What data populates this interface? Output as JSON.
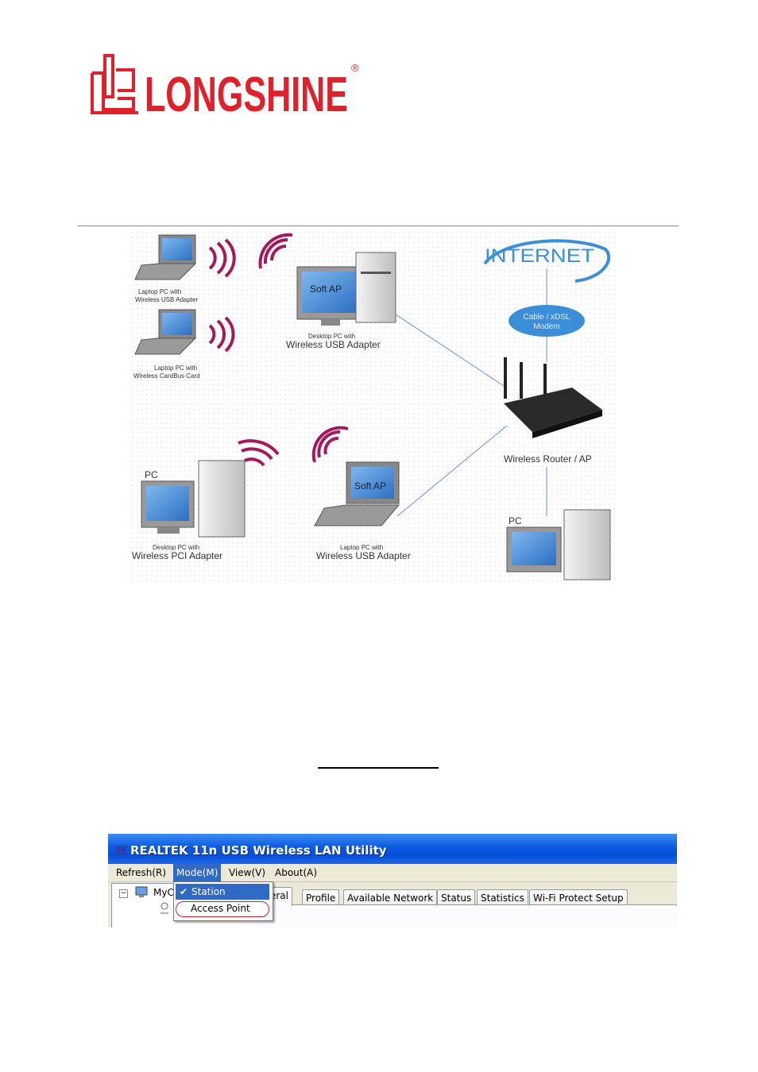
{
  "logo": {
    "brand": "LONGSHINE",
    "registered_mark": "®"
  },
  "diagram": {
    "internet_label": "INTERNET",
    "modem_label": [
      "Cable / xDSL",
      "Modem"
    ],
    "softap_label": "Soft AP",
    "laptop1_label": [
      "Laptop PC with",
      "Wireless USB Adapter"
    ],
    "laptop2_label": [
      "Laptop PC with",
      "Wireless CardBus Card"
    ],
    "desktop_softap_label": [
      "Desktop PC with",
      "Wireless USB Adapter"
    ],
    "router_label": "Wireless Router / AP",
    "pc_label": "PC",
    "desktop_pci_label": [
      "Desktop PC with",
      "Wireless PCI Adapter"
    ],
    "laptop_softap_label": [
      "Laptop PC with",
      "Wireless USB Adapter"
    ],
    "colors": {
      "signal": "#a3195b",
      "lines": "#6a8fd8",
      "internet": "#3a8fd8"
    }
  },
  "utility": {
    "title": "REALTEK 11n USB Wireless LAN Utility",
    "menu": {
      "refresh": "Refresh(R)",
      "mode": "Mode(M)",
      "view": "View(V)",
      "about": "About(A)"
    },
    "tree": {
      "expander": "−",
      "node": "MyC",
      "child": ""
    },
    "mode_menu": {
      "check": "✔",
      "station": "Station",
      "access_point": "Access Point"
    },
    "tabs": {
      "general": "eneral",
      "profile": "Profile",
      "available_network": "Available Network",
      "status": "Status",
      "statistics": "Statistics",
      "wps": "Wi-Fi Protect Setup"
    }
  }
}
